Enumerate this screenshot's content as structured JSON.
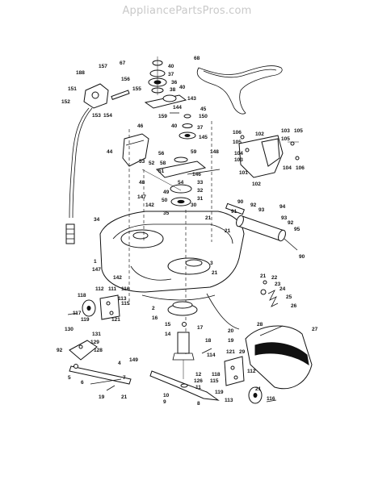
{
  "header": {
    "watermark": "AppliancePartsPros.com"
  },
  "callouts": [
    {
      "id": "c68",
      "text": "68"
    },
    {
      "id": "c188",
      "text": "188"
    },
    {
      "id": "c157",
      "text": "157"
    },
    {
      "id": "c67",
      "text": "67"
    },
    {
      "id": "c40a",
      "text": "40"
    },
    {
      "id": "c37a",
      "text": "37"
    },
    {
      "id": "c36",
      "text": "36"
    },
    {
      "id": "c38",
      "text": "38"
    },
    {
      "id": "c40b",
      "text": "40"
    },
    {
      "id": "c151",
      "text": "151"
    },
    {
      "id": "c152",
      "text": "152"
    },
    {
      "id": "c156",
      "text": "156"
    },
    {
      "id": "c155",
      "text": "155"
    },
    {
      "id": "c153",
      "text": "153"
    },
    {
      "id": "c154",
      "text": "154"
    },
    {
      "id": "c144",
      "text": "144"
    },
    {
      "id": "c143",
      "text": "143"
    },
    {
      "id": "c45",
      "text": "45"
    },
    {
      "id": "c150",
      "text": "150"
    },
    {
      "id": "c40c",
      "text": "40"
    },
    {
      "id": "c159",
      "text": "159"
    },
    {
      "id": "c37b",
      "text": "37"
    },
    {
      "id": "c46",
      "text": "46"
    },
    {
      "id": "c145",
      "text": "145"
    },
    {
      "id": "c44",
      "text": "44"
    },
    {
      "id": "c106a",
      "text": "106"
    },
    {
      "id": "c105a",
      "text": "105"
    },
    {
      "id": "c102a",
      "text": "102"
    },
    {
      "id": "c103a",
      "text": "103"
    },
    {
      "id": "c105b",
      "text": "105"
    },
    {
      "id": "c104a",
      "text": "104"
    },
    {
      "id": "c103b",
      "text": "103"
    },
    {
      "id": "c105c",
      "text": "105"
    },
    {
      "id": "c104b",
      "text": "104"
    },
    {
      "id": "c106b",
      "text": "106"
    },
    {
      "id": "c101",
      "text": "101"
    },
    {
      "id": "c102b",
      "text": "102"
    },
    {
      "id": "c56",
      "text": "56"
    },
    {
      "id": "c59",
      "text": "59"
    },
    {
      "id": "c148",
      "text": "148"
    },
    {
      "id": "c53",
      "text": "53"
    },
    {
      "id": "c52",
      "text": "52"
    },
    {
      "id": "c58",
      "text": "58"
    },
    {
      "id": "c51",
      "text": "51"
    },
    {
      "id": "c146",
      "text": "146"
    },
    {
      "id": "c48",
      "text": "48"
    },
    {
      "id": "c33",
      "text": "33"
    },
    {
      "id": "c49",
      "text": "49"
    },
    {
      "id": "c54",
      "text": "54"
    },
    {
      "id": "c32",
      "text": "32"
    },
    {
      "id": "c50",
      "text": "50"
    },
    {
      "id": "c31",
      "text": "31"
    },
    {
      "id": "c147a",
      "text": "147"
    },
    {
      "id": "c142a",
      "text": "142"
    },
    {
      "id": "c30",
      "text": "30"
    },
    {
      "id": "c90a",
      "text": "90"
    },
    {
      "id": "c91",
      "text": "91"
    },
    {
      "id": "c92a",
      "text": "92"
    },
    {
      "id": "c93a",
      "text": "93"
    },
    {
      "id": "c94",
      "text": "94"
    },
    {
      "id": "c35",
      "text": "35"
    },
    {
      "id": "c21a",
      "text": "21"
    },
    {
      "id": "c34",
      "text": "34"
    },
    {
      "id": "c21b",
      "text": "21"
    },
    {
      "id": "c93b",
      "text": "93"
    },
    {
      "id": "c92b",
      "text": "92"
    },
    {
      "id": "c95",
      "text": "95"
    },
    {
      "id": "c90b",
      "text": "90"
    },
    {
      "id": "c1",
      "text": "1"
    },
    {
      "id": "c147b",
      "text": "147"
    },
    {
      "id": "c3",
      "text": "3"
    },
    {
      "id": "c21c",
      "text": "21"
    },
    {
      "id": "c142b",
      "text": "142"
    },
    {
      "id": "c21d",
      "text": "21"
    },
    {
      "id": "c22",
      "text": "22"
    },
    {
      "id": "c23",
      "text": "23"
    },
    {
      "id": "c24",
      "text": "24"
    },
    {
      "id": "c25",
      "text": "25"
    },
    {
      "id": "c26",
      "text": "26"
    },
    {
      "id": "c118a",
      "text": "118"
    },
    {
      "id": "c112a",
      "text": "112"
    },
    {
      "id": "c111",
      "text": "111"
    },
    {
      "id": "c116a",
      "text": "116"
    },
    {
      "id": "c113a",
      "text": "113"
    },
    {
      "id": "c117",
      "text": "117"
    },
    {
      "id": "c115a",
      "text": "115"
    },
    {
      "id": "c119",
      "text": "119"
    },
    {
      "id": "c121",
      "text": "121"
    },
    {
      "id": "c2",
      "text": "2"
    },
    {
      "id": "c16",
      "text": "16"
    },
    {
      "id": "c15",
      "text": "15"
    },
    {
      "id": "c14",
      "text": "14"
    },
    {
      "id": "c17",
      "text": "17"
    },
    {
      "id": "c20",
      "text": "20"
    },
    {
      "id": "c19a",
      "text": "19"
    },
    {
      "id": "c28",
      "text": "28"
    },
    {
      "id": "c27",
      "text": "27"
    },
    {
      "id": "c29",
      "text": "29"
    },
    {
      "id": "c130",
      "text": "130"
    },
    {
      "id": "c131",
      "text": "131"
    },
    {
      "id": "c129",
      "text": "129"
    },
    {
      "id": "c92c",
      "text": "92"
    },
    {
      "id": "c128",
      "text": "128"
    },
    {
      "id": "c18",
      "text": "18"
    },
    {
      "id": "c114",
      "text": "114"
    },
    {
      "id": "c121b",
      "text": "121"
    },
    {
      "id": "c149",
      "text": "149"
    },
    {
      "id": "c4",
      "text": "4"
    },
    {
      "id": "c5",
      "text": "5"
    },
    {
      "id": "c6",
      "text": "6"
    },
    {
      "id": "c12",
      "text": "12"
    },
    {
      "id": "c126",
      "text": "126"
    },
    {
      "id": "c11",
      "text": "11"
    },
    {
      "id": "c10",
      "text": "10"
    },
    {
      "id": "c9",
      "text": "9"
    },
    {
      "id": "c8",
      "text": "8"
    },
    {
      "id": "c7",
      "text": "7"
    },
    {
      "id": "c19b",
      "text": "19"
    },
    {
      "id": "c21e",
      "text": "21"
    },
    {
      "id": "c118b",
      "text": "118"
    },
    {
      "id": "c115b",
      "text": "115"
    },
    {
      "id": "c112b",
      "text": "112"
    },
    {
      "id": "c119b",
      "text": "119"
    },
    {
      "id": "c113b",
      "text": "113"
    },
    {
      "id": "c116b",
      "text": "116"
    },
    {
      "id": "c21f",
      "text": "21"
    }
  ]
}
